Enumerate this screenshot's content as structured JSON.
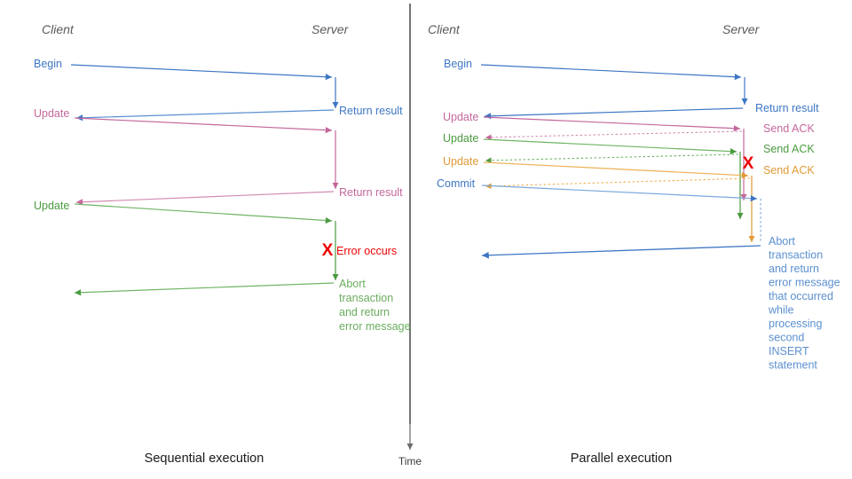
{
  "palette": {
    "blue": "#3d76c4",
    "blue_light": "#7aa8dd",
    "pink": "#c4679b",
    "pink_light": "#e0a0c0",
    "green": "#4a9a3f",
    "green_light": "#8cc77f",
    "orange": "#e09a35",
    "orange_light": "#f0bf78",
    "red": "#ee0000",
    "gray_text": "#5a5a5a",
    "gray_axis": "#6b6b6b",
    "divider": "#3a3a3a",
    "black_text": "#1a1a1a"
  },
  "time_axis": {
    "label": "Time"
  },
  "divider": {
    "name": "panel-divider"
  },
  "panels": [
    {
      "id": "sequential",
      "caption": "Sequential execution",
      "actors": {
        "client": "Client",
        "server": "Server"
      },
      "messages": [
        {
          "id": "seq-begin",
          "label": "Begin",
          "color": "blue",
          "side": "client"
        },
        {
          "id": "seq-return-1",
          "label": "Return result",
          "color": "blue",
          "side": "server"
        },
        {
          "id": "seq-update-1",
          "label": "Update",
          "color": "pink",
          "side": "client"
        },
        {
          "id": "seq-return-2",
          "label": "Return result",
          "color": "pink",
          "side": "server"
        },
        {
          "id": "seq-update-2",
          "label": "Update",
          "color": "green",
          "side": "client"
        },
        {
          "id": "seq-error",
          "label": "Error occurs",
          "color": "red",
          "side": "server"
        },
        {
          "id": "seq-abort",
          "label": "Abort transaction and return error message",
          "color": "green",
          "side": "server"
        }
      ],
      "error_marker": {
        "glyph": "X",
        "label": "Error occurs"
      },
      "abort_lines": [
        "Abort",
        "transaction",
        "and return",
        "error message"
      ]
    },
    {
      "id": "parallel",
      "caption": "Parallel execution",
      "actors": {
        "client": "Client",
        "server": "Server"
      },
      "messages": [
        {
          "id": "par-begin",
          "label": "Begin",
          "color": "blue",
          "side": "client"
        },
        {
          "id": "par-return",
          "label": "Return result",
          "color": "blue",
          "side": "server"
        },
        {
          "id": "par-update-1",
          "label": "Update",
          "color": "pink",
          "side": "client"
        },
        {
          "id": "par-ack-1",
          "label": "Send ACK",
          "color": "pink",
          "side": "server"
        },
        {
          "id": "par-update-2",
          "label": "Update",
          "color": "green",
          "side": "client"
        },
        {
          "id": "par-ack-2",
          "label": "Send ACK",
          "color": "green",
          "side": "server"
        },
        {
          "id": "par-update-3",
          "label": "Update",
          "color": "orange",
          "side": "client"
        },
        {
          "id": "par-ack-3",
          "label": "Send ACK",
          "color": "orange",
          "side": "server"
        },
        {
          "id": "par-commit",
          "label": "Commit",
          "color": "blue",
          "side": "client"
        }
      ],
      "error_marker": {
        "glyph": "X",
        "label": ""
      },
      "abort_lines": [
        "Abort",
        "transaction",
        "and return",
        "error message",
        "that occurred",
        "while",
        "processing",
        "second",
        "INSERT",
        "statement"
      ]
    }
  ]
}
